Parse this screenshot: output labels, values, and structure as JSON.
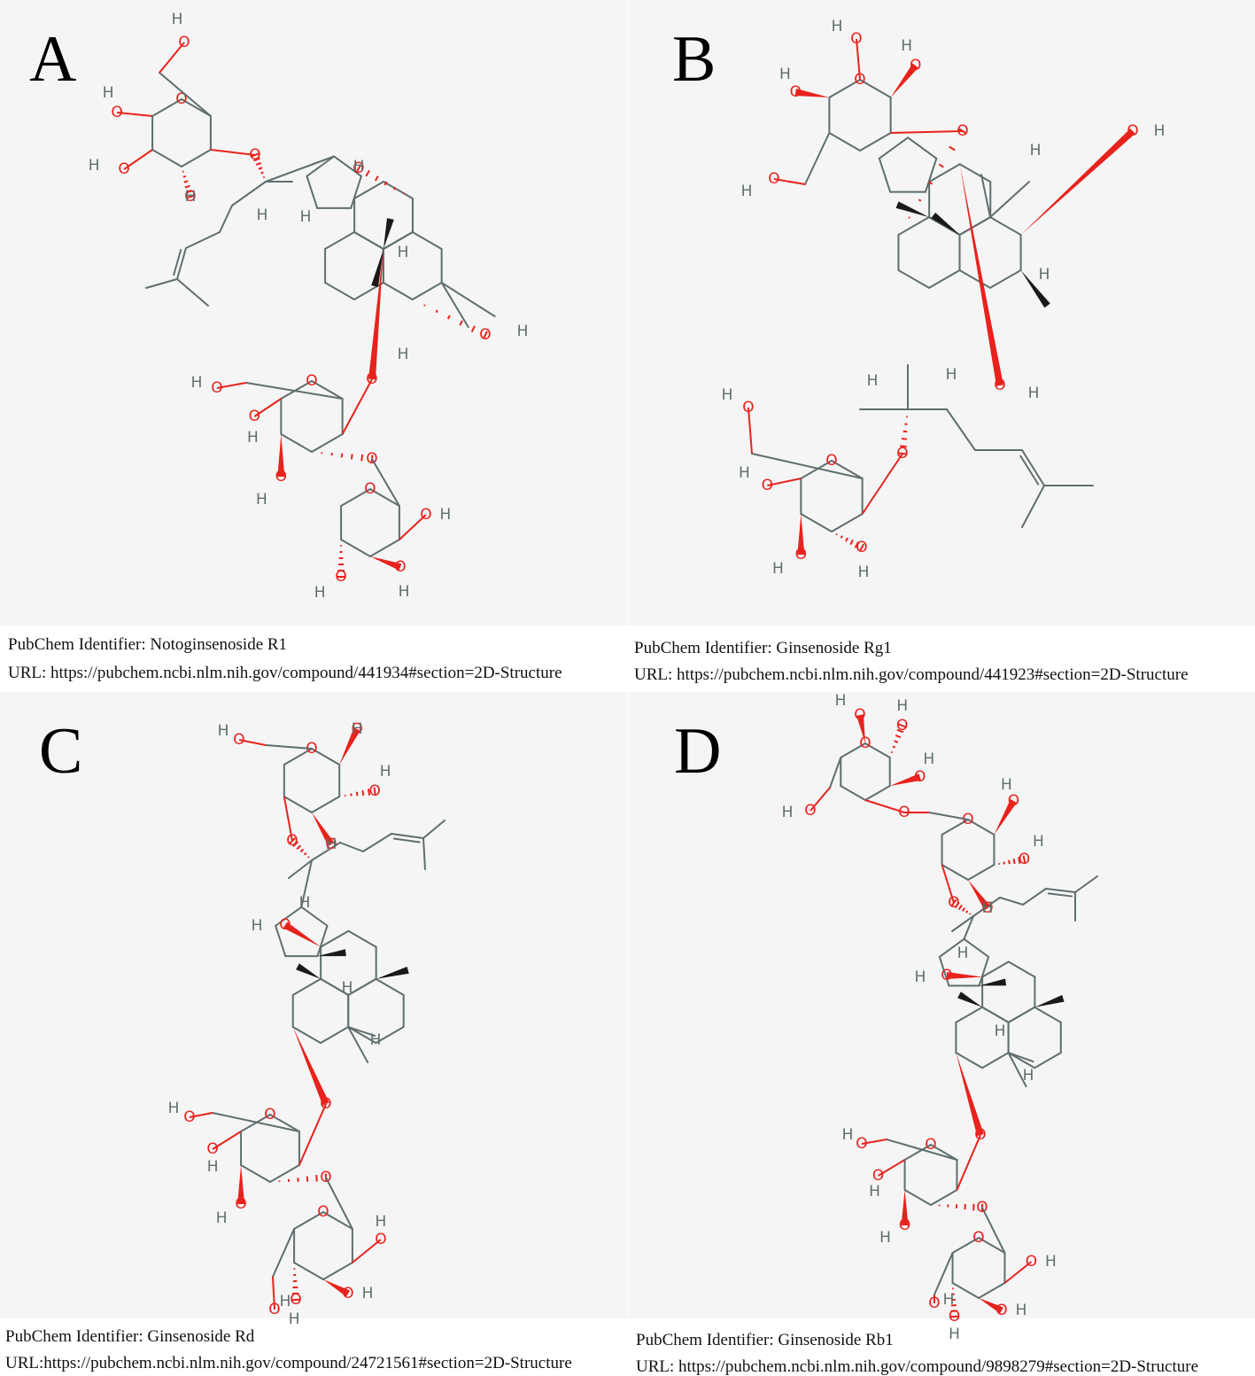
{
  "atom_labels": {
    "oxygen": "O",
    "hydrogen": "H"
  },
  "colors": {
    "panel_background": "#f5f5f5",
    "bond": "#5f6e6e",
    "oxygen": "#e8221d",
    "wedge": "#1a1a1a"
  },
  "panels": [
    {
      "letter": "A",
      "caption_identifier": "PubChem Identifier: Notoginsenoside R1",
      "caption_url": "URL: https://pubchem.ncbi.nlm.nih.gov/compound/441934#section=2D-Structure"
    },
    {
      "letter": "B",
      "caption_identifier": "PubChem Identifier: Ginsenoside Rg1",
      "caption_url": "URL: https://pubchem.ncbi.nlm.nih.gov/compound/441923#section=2D-Structure"
    },
    {
      "letter": "C",
      "caption_identifier": "PubChem Identifier: Ginsenoside Rd",
      "caption_url": "URL:https://pubchem.ncbi.nlm.nih.gov/compound/24721561#section=2D-Structure"
    },
    {
      "letter": "D",
      "caption_identifier": "PubChem Identifier: Ginsenoside Rb1",
      "caption_url": "URL: https://pubchem.ncbi.nlm.nih.gov/compound/9898279#section=2D-Structure"
    }
  ]
}
